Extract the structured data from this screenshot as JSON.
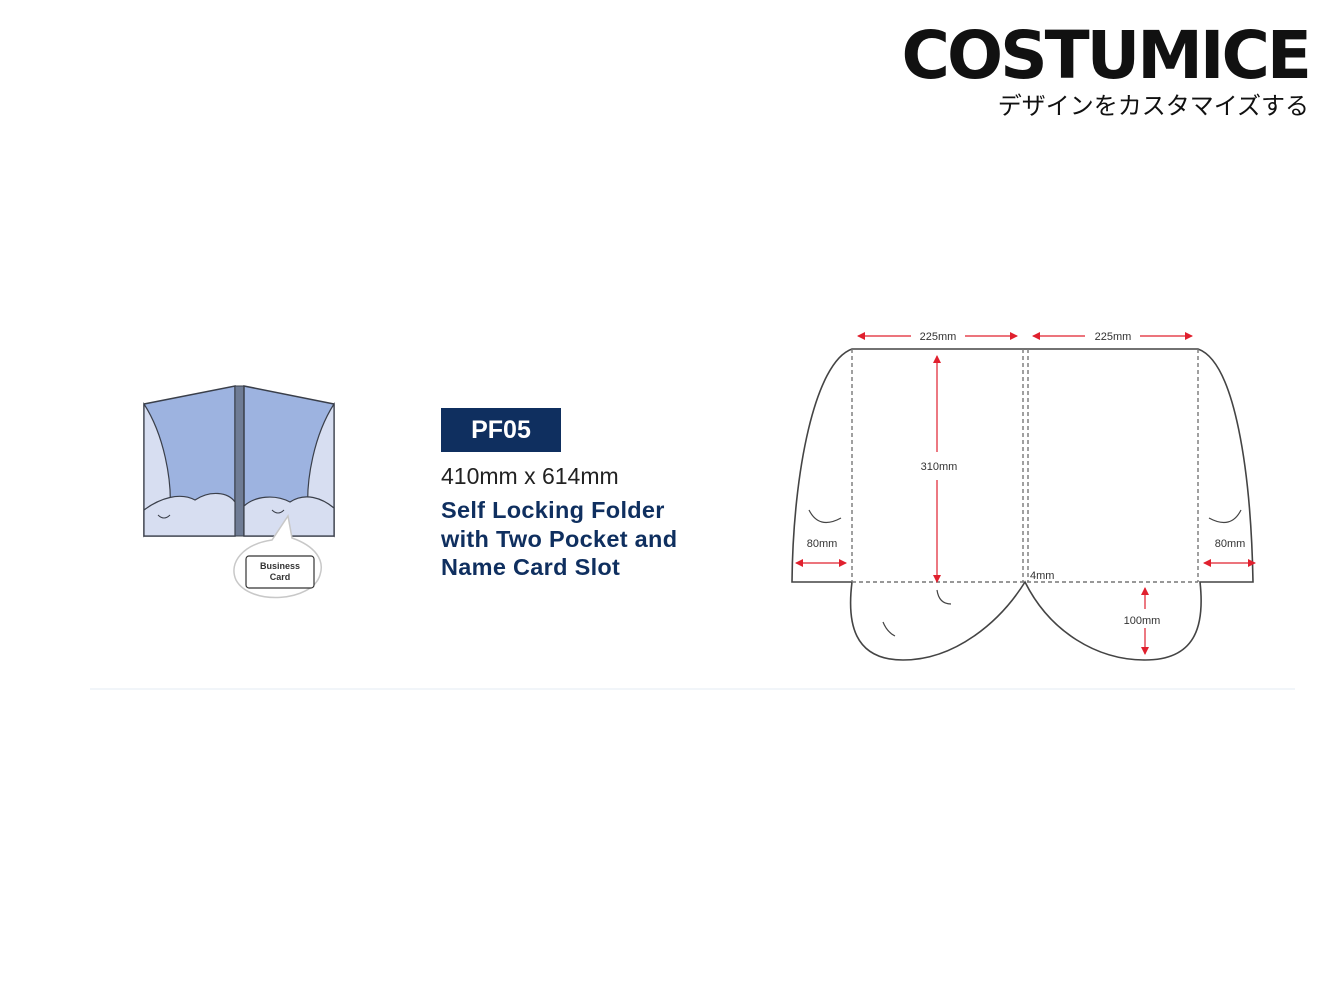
{
  "brand": {
    "logo_text": "COSTUMICE",
    "tagline": "デザインをカスタマイズする"
  },
  "product": {
    "code": "PF05",
    "size": "410mm x 614mm",
    "description_lines": [
      "Self Locking Folder",
      "with Two Pocket and",
      "Name Card Slot"
    ]
  },
  "illustration": {
    "card_label_line1": "Business",
    "card_label_line2": "Card",
    "colors": {
      "panel": "#9db3e0",
      "pocket": "#d7def1",
      "outline": "#3a3f4a"
    }
  },
  "dieline": {
    "dim_width_left": "225mm",
    "dim_width_right": "225mm",
    "dim_height": "310mm",
    "dim_flap_left": "80mm",
    "dim_flap_right": "80mm",
    "dim_spine": "4mm",
    "dim_pocket": "100mm",
    "colors": {
      "arrow": "#e0202e",
      "line": "#444444",
      "fold": "#777777"
    }
  }
}
